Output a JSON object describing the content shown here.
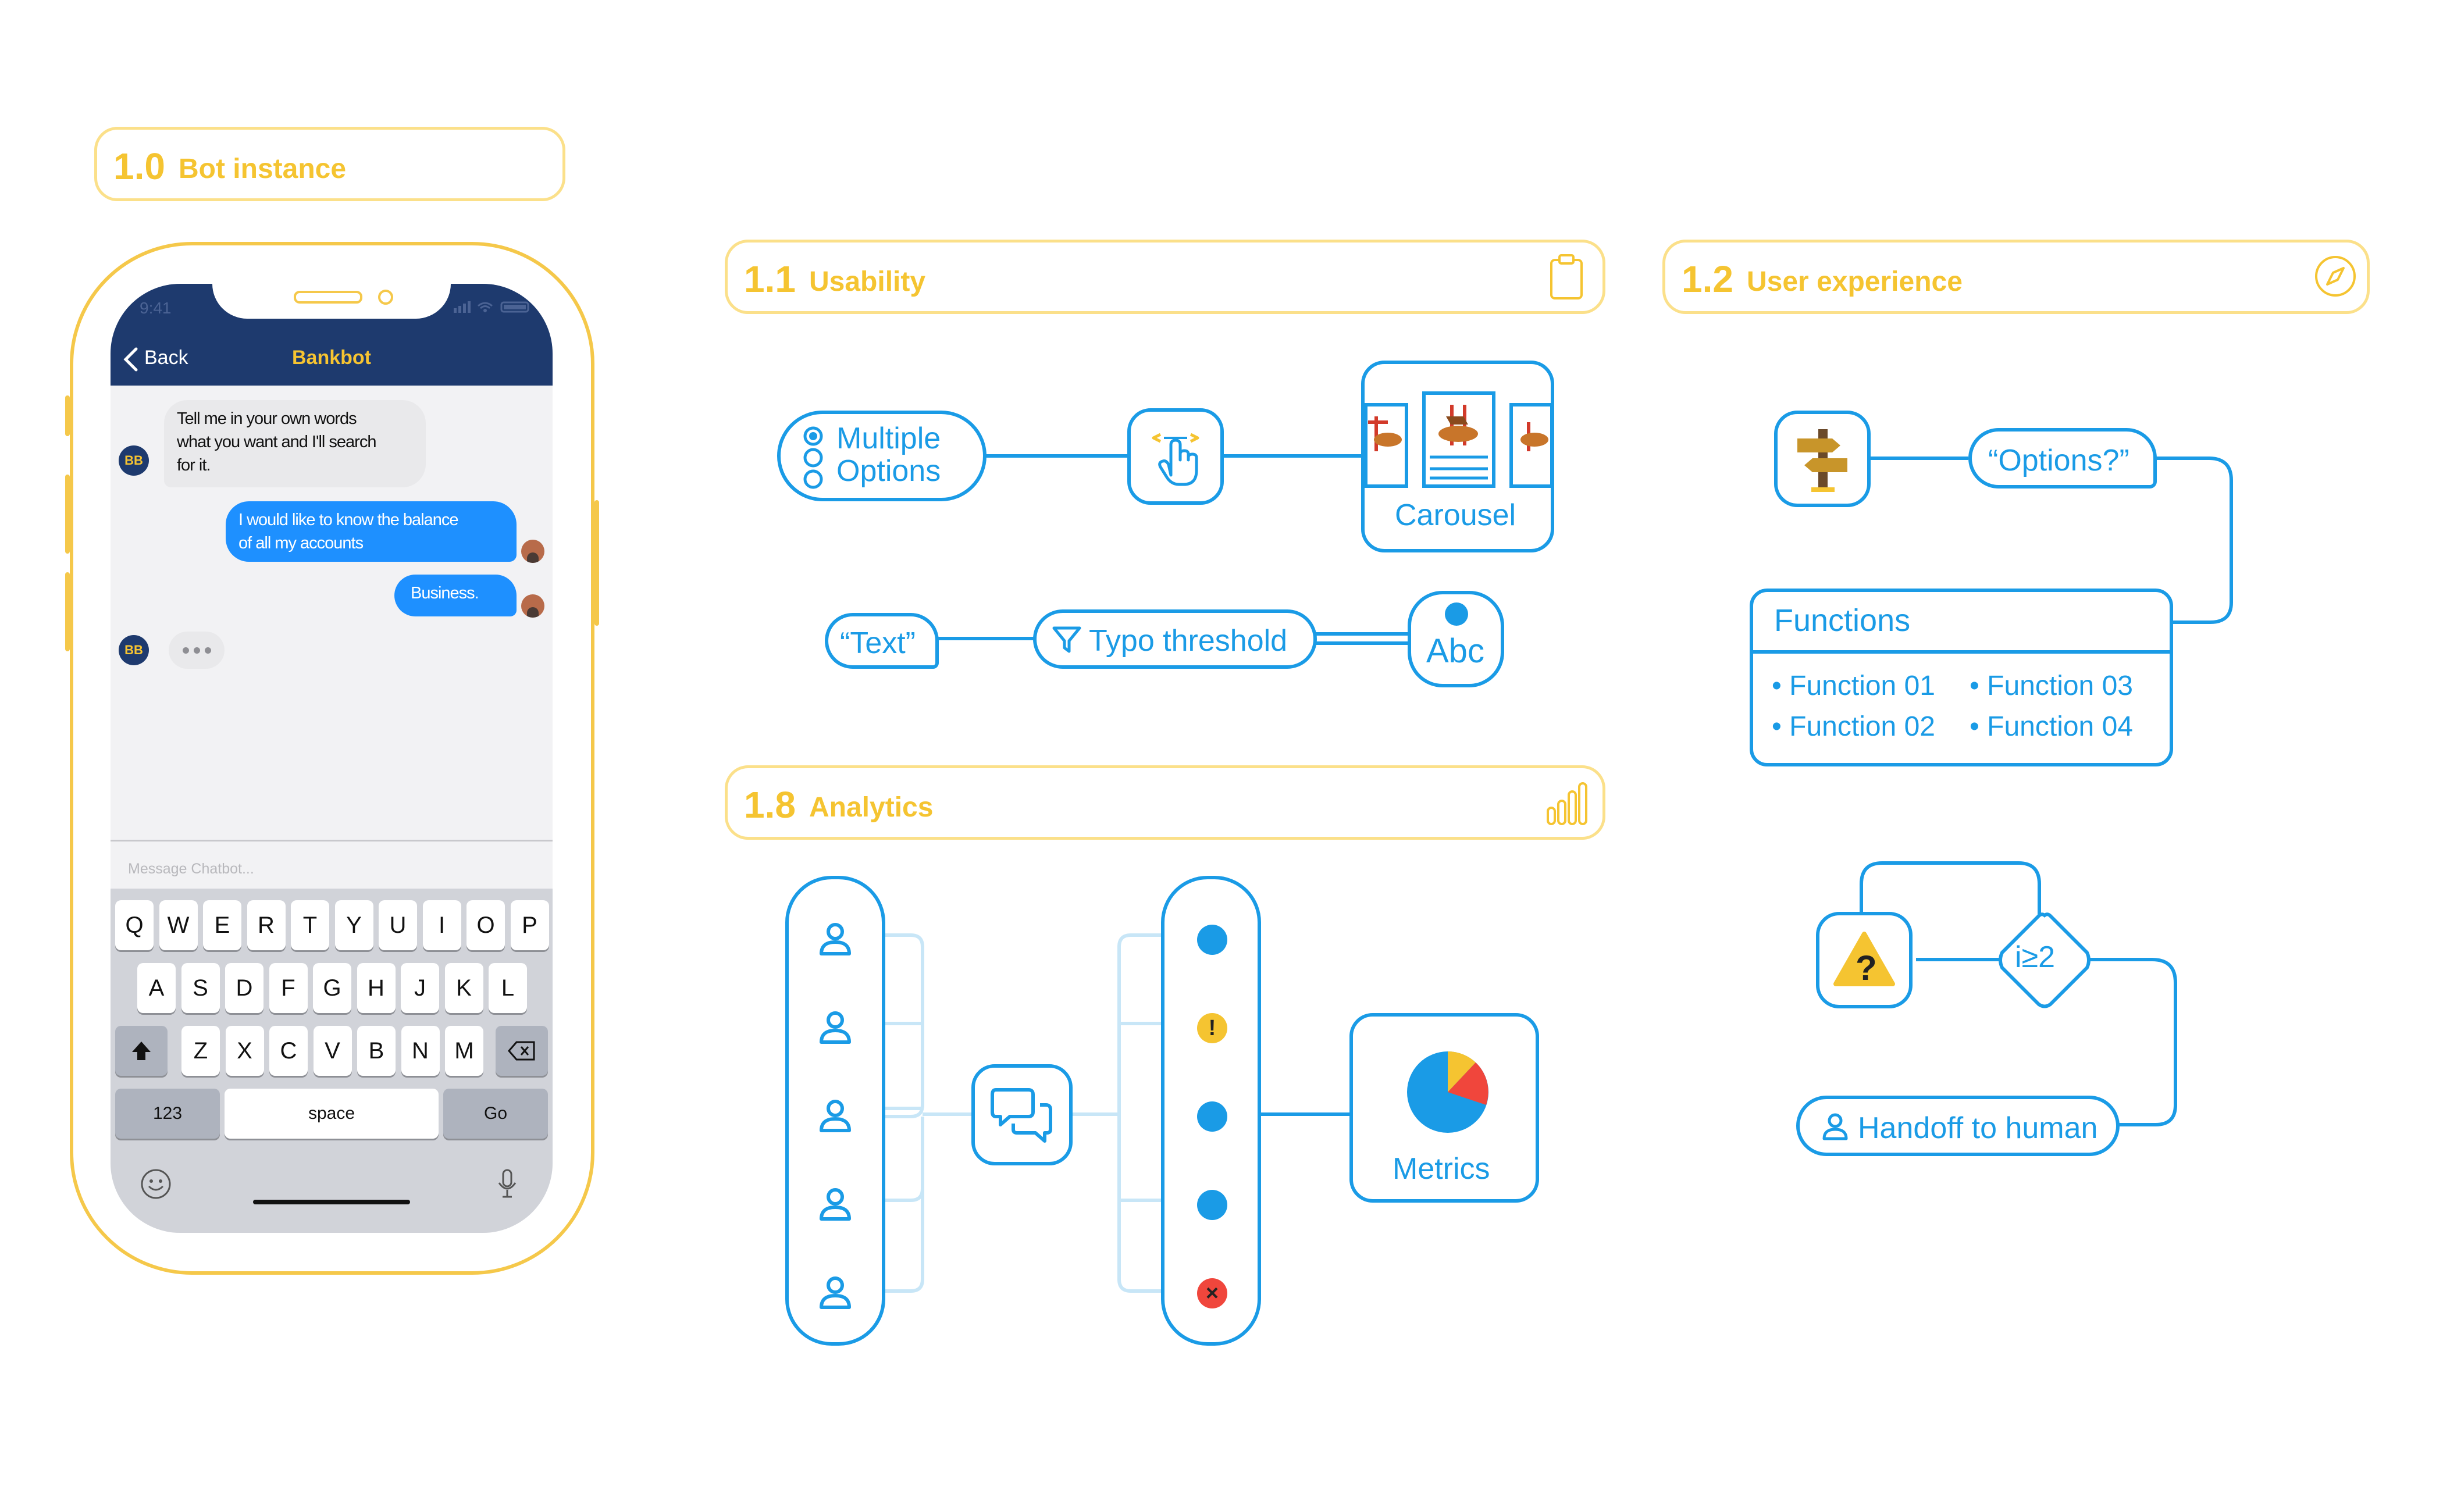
{
  "colors": {
    "accent_yellow": "#f5c431",
    "header_border": "#fbe08a",
    "diagram_blue": "#1a9be6",
    "nav_blue": "#1e3a6e",
    "user_bubble": "#1e90ff",
    "bot_bubble": "#e9e9eb",
    "error_red": "#f0463c"
  },
  "sections": {
    "bot_instance": {
      "number": "1.0",
      "title": "Bot instance"
    },
    "usability": {
      "number": "1.1",
      "title": "Usability",
      "icon": "clipboard-icon"
    },
    "user_experience": {
      "number": "1.2",
      "title": "User experience",
      "icon": "compass-icon"
    },
    "analytics": {
      "number": "1.8",
      "title": "Analytics",
      "icon": "bar-chart-icon"
    }
  },
  "phone": {
    "time": "9:41",
    "back_label": "Back",
    "bot_name": "Bankbot",
    "messages": [
      {
        "from": "bot",
        "avatar": "BB",
        "text_lines": [
          "Tell me in your own words",
          "what you want and I'll search",
          "for it."
        ]
      },
      {
        "from": "user",
        "text_lines": [
          "I would like to know the balance",
          "of all my accounts"
        ]
      },
      {
        "from": "user",
        "text_lines": [
          "Business."
        ]
      }
    ],
    "typing_avatar": "BB",
    "input_placeholder": "Message Chatbot...",
    "keyboard": {
      "row1": [
        "Q",
        "W",
        "E",
        "R",
        "T",
        "Y",
        "U",
        "I",
        "O",
        "P"
      ],
      "row2": [
        "A",
        "S",
        "D",
        "F",
        "G",
        "H",
        "J",
        "K",
        "L"
      ],
      "row3": [
        "Z",
        "X",
        "C",
        "V",
        "B",
        "N",
        "M"
      ],
      "numbers_key": "123",
      "space_key": "space",
      "go_key": "Go"
    }
  },
  "usability": {
    "multiple_options": [
      "Multiple",
      "Options"
    ],
    "carousel": "Carousel",
    "text_quote": "“Text”",
    "typo_threshold": "Typo threshold",
    "abc": "Abc"
  },
  "user_experience": {
    "options_quote": "“Options?”",
    "functions_title": "Functions",
    "functions": [
      "• Function 01",
      "• Function 03",
      "• Function 02",
      "• Function 04"
    ],
    "condition": "i≥2",
    "question_mark": "?",
    "handoff": "Handoff to human"
  },
  "analytics": {
    "metrics": "Metrics",
    "users_count": 5,
    "statuses": [
      "ok",
      "warning",
      "ok",
      "ok",
      "error"
    ],
    "warning_mark": "!",
    "error_mark": "×"
  }
}
